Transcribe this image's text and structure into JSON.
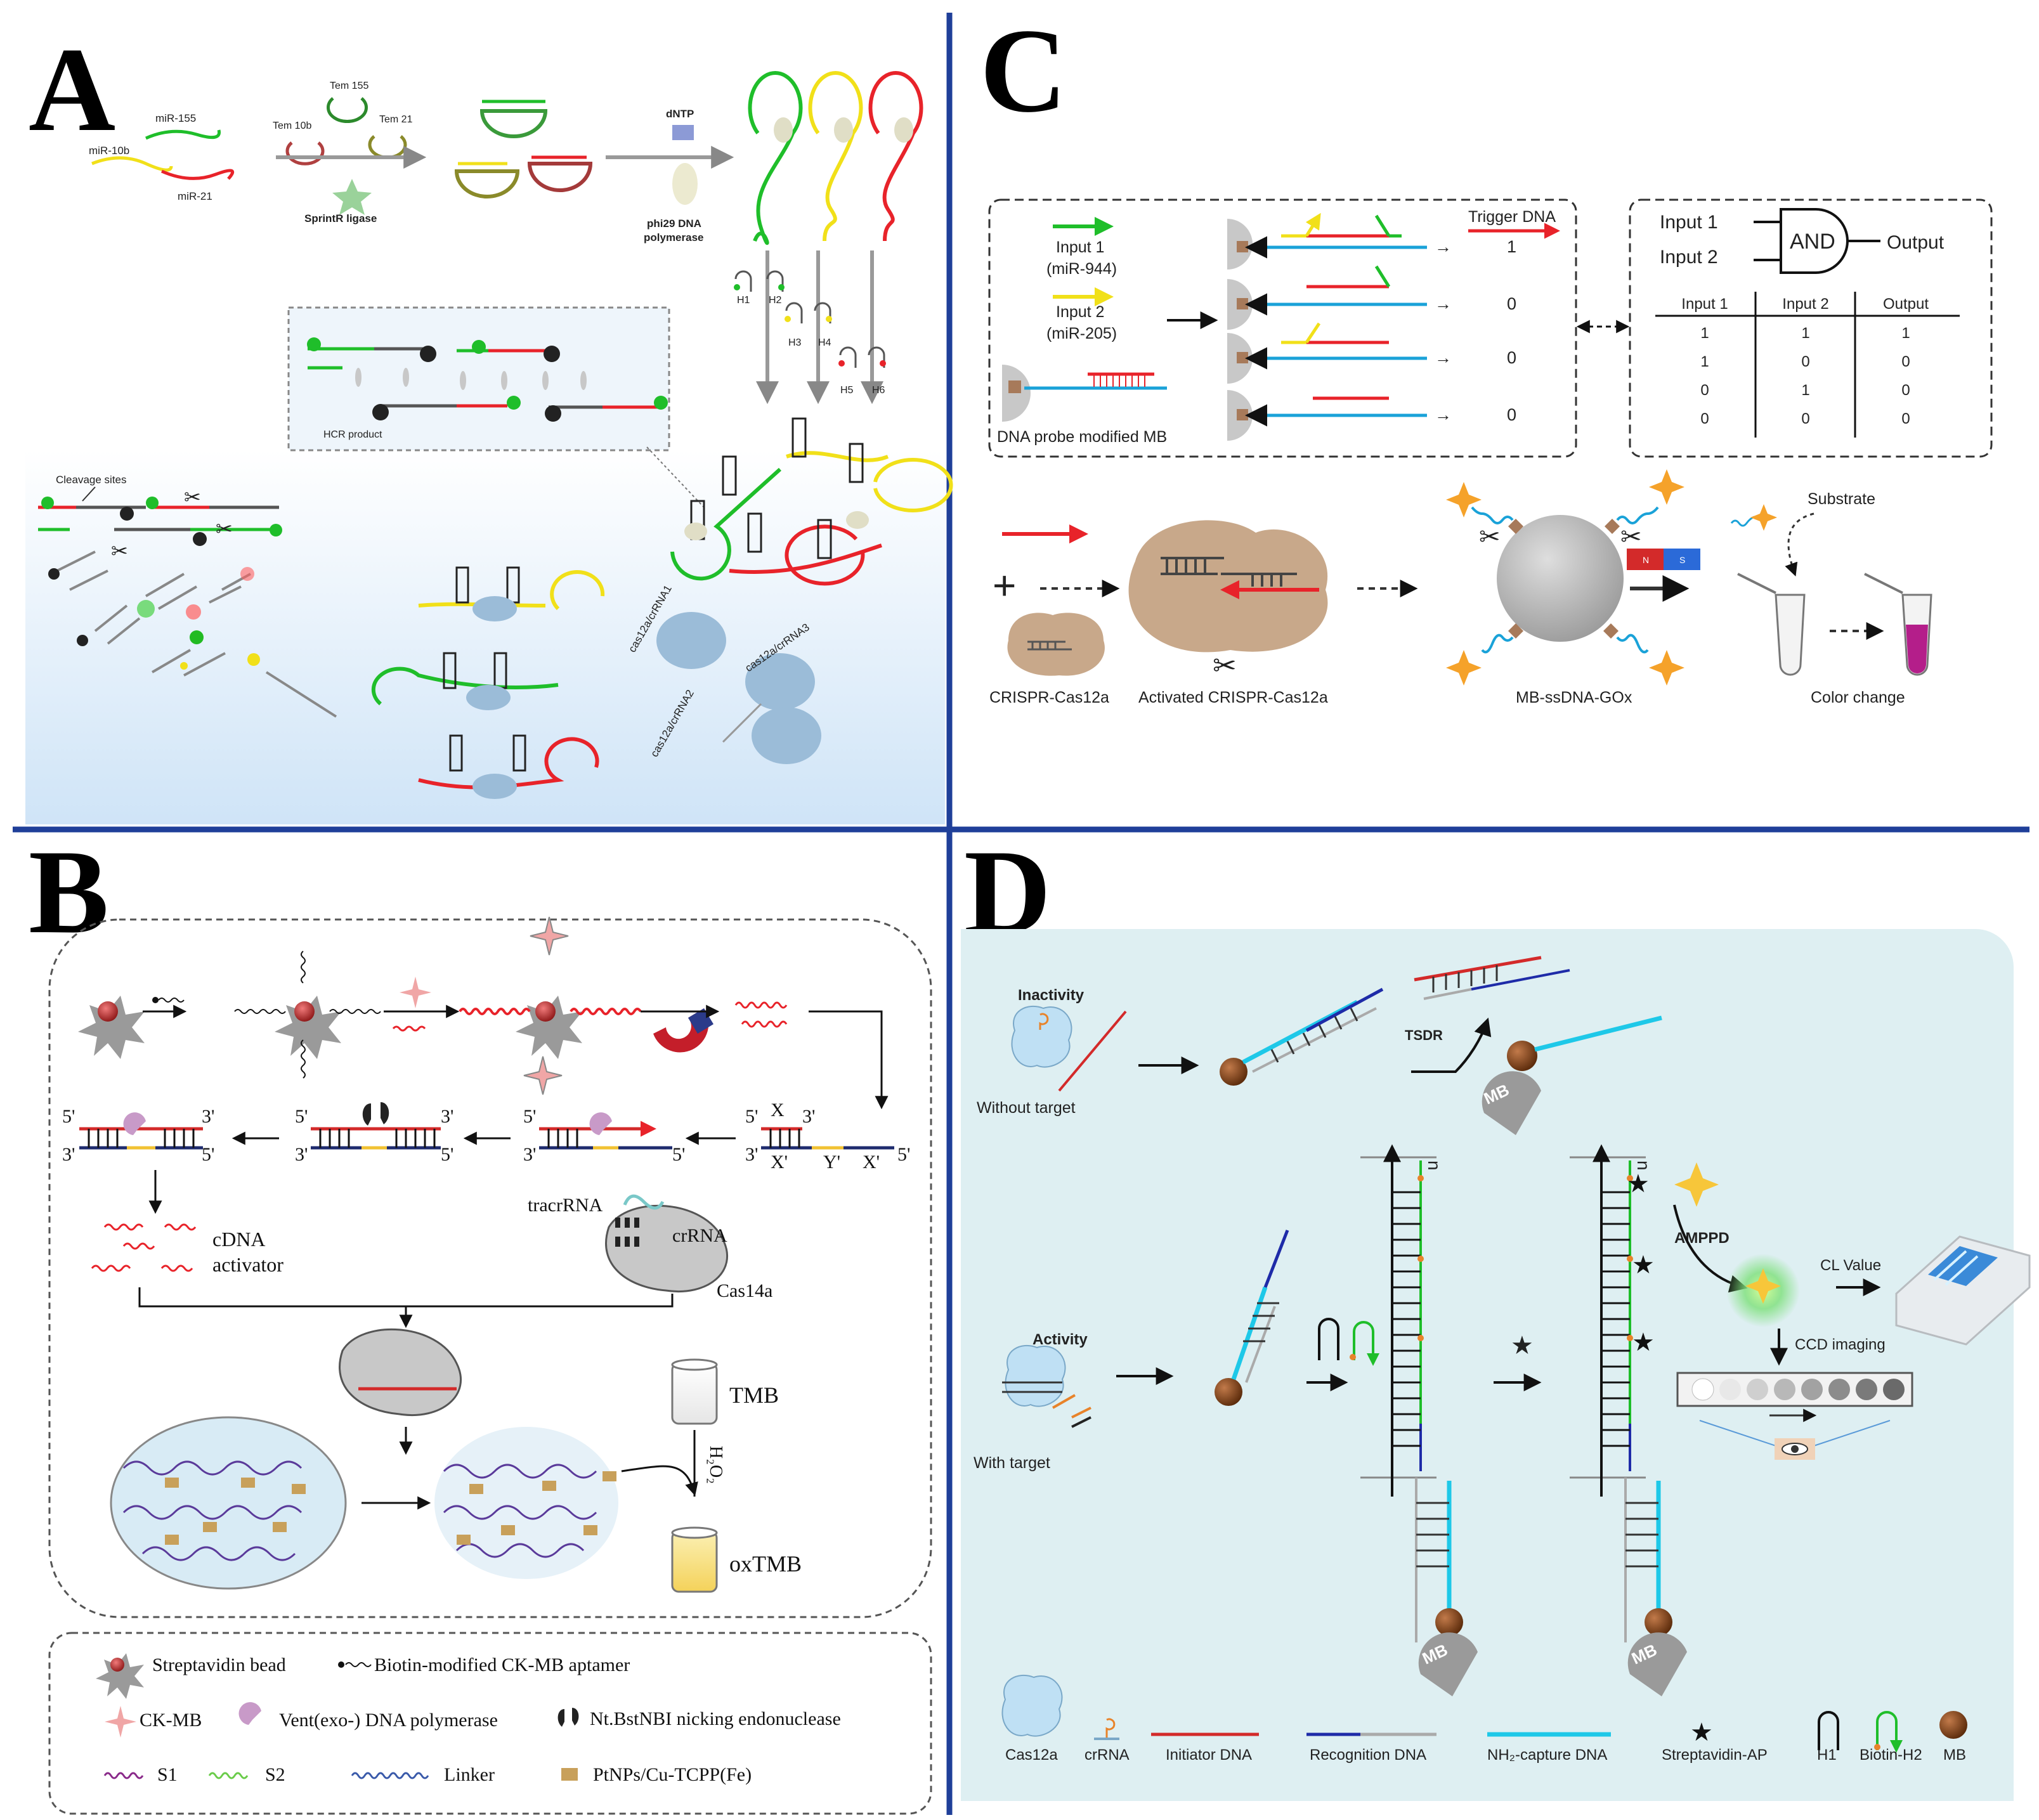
{
  "panels": {
    "A": {
      "letter": "A",
      "mirnas": [
        "miR-155",
        "miR-10b",
        "miR-21"
      ],
      "templates": [
        "Tem 155",
        "Tem 10b",
        "Tem 21"
      ],
      "ligase": "SprintR ligase",
      "dntp": "dNTP",
      "polymerase_line1": "phi29 DNA",
      "polymerase_line2": "polymerase",
      "hairpins": [
        "H1",
        "H2",
        "H3",
        "H4",
        "H5",
        "H6"
      ],
      "hcr_product": "HCR product",
      "cleavage_sites": "Cleavage sites",
      "cas_labels": [
        "cas12a/crRNA1",
        "cas12a/crRNA2",
        "cas12a/crRNA3"
      ]
    },
    "B": {
      "letter": "B",
      "ends": [
        "5'",
        "3'"
      ],
      "x": "X",
      "x_prime": "X'",
      "y_prime": "Y'",
      "cdna_line1": "cDNA",
      "cdna_line2": "activator",
      "tracrrna": "tracrRNA",
      "crrna": "crRNA",
      "cas14a": "Cas14a",
      "tmb": "TMB",
      "h2o2": "H₂O₂",
      "oxtmb": "oxTMB",
      "legend": [
        "Streptavidin bead",
        "Biotin-modified CK-MB aptamer",
        "CK-MB",
        "Vent(exo-) DNA polymerase",
        "Nt.BstNBI nicking endonuclease",
        "S1",
        "S2",
        "Linker",
        "PtNPs/Cu-TCPP(Fe)"
      ]
    },
    "C": {
      "letter": "C",
      "input1_line1": "Input 1",
      "input1_line2": "(miR-944)",
      "input2_line1": "Input 2",
      "input2_line2": "(miR-205)",
      "probe_label": "DNA probe modified MB",
      "trigger_dna": "Trigger DNA",
      "outputs": [
        "1",
        "0",
        "0",
        "0"
      ],
      "gate_input1": "Input 1",
      "gate_input2": "Input 2",
      "gate": "AND",
      "gate_output": "Output",
      "truth_table": {
        "headers": [
          "Input 1",
          "Input 2",
          "Output"
        ],
        "rows": [
          [
            "1",
            "1",
            "1"
          ],
          [
            "1",
            "0",
            "0"
          ],
          [
            "0",
            "1",
            "0"
          ],
          [
            "0",
            "0",
            "0"
          ]
        ]
      },
      "crispr": "CRISPR-Cas12a",
      "activated": "Activated CRISPR-Cas12a",
      "mb_gox": "MB-ssDNA-GOx",
      "substrate": "Substrate",
      "color_change": "Color change",
      "magnet_n": "N",
      "magnet_s": "S",
      "colors": {
        "input1": "#1fbe2a",
        "input2": "#f1e019",
        "trigger": "#e8232a",
        "probe": "#1aa2d8"
      }
    },
    "D": {
      "letter": "D",
      "inactivity": "Inactivity",
      "without_target": "Without target",
      "tsdr": "TSDR",
      "mb": "MB",
      "activity": "Activity",
      "with_target": "With target",
      "n": "n",
      "amppd": "AMPPD",
      "cl_value": "CL Value",
      "ccd": "CCD imaging",
      "legend": [
        "Cas12a",
        "crRNA",
        "Initiator DNA",
        "Recognition DNA",
        "NH₂-capture DNA",
        "Streptavidin-AP",
        "H1",
        "Biotin-H2",
        "MB"
      ]
    }
  },
  "divider_color": "#1f3f99"
}
